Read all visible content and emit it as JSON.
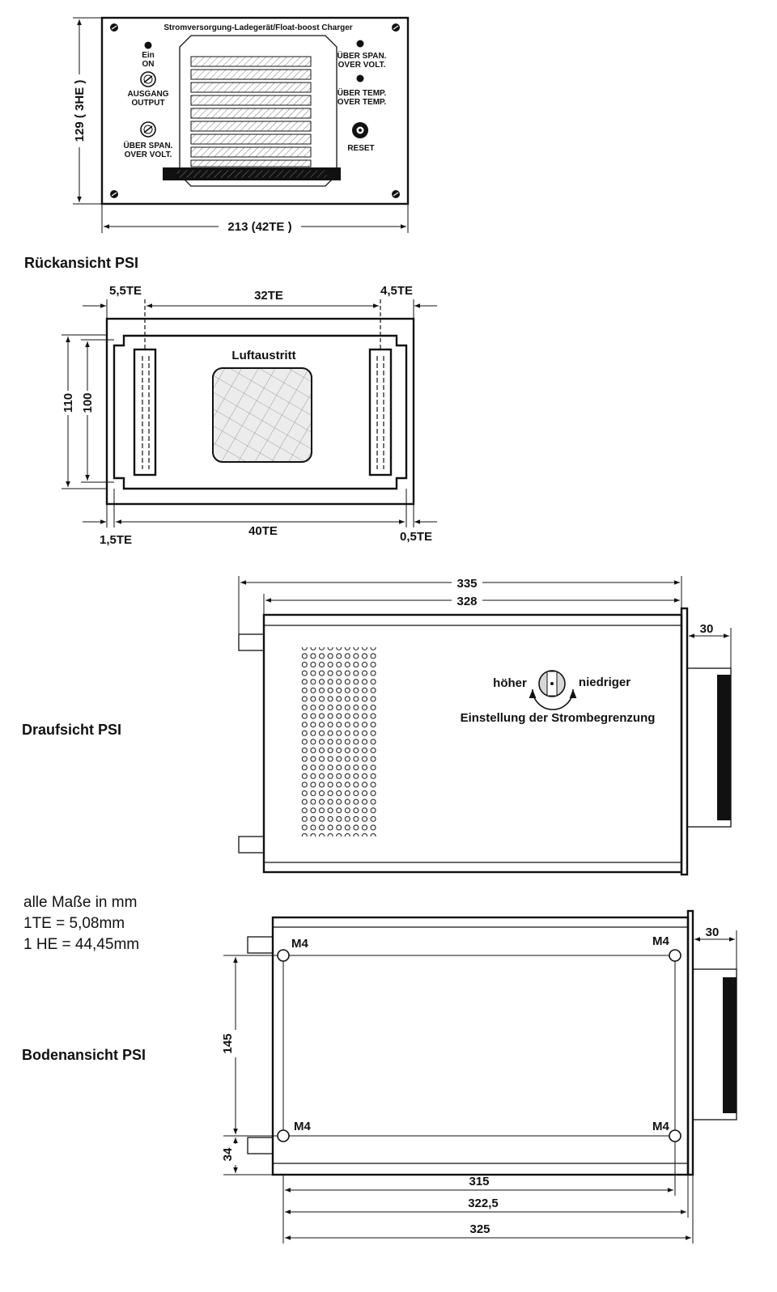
{
  "front": {
    "title": "Stromversorgung-Ladegerät/Float-boost Charger",
    "ein": "Ein",
    "on": "ON",
    "ausgang": "AUSGANG",
    "output": "OUTPUT",
    "ueber_span_left_1": "ÜBER SPAN.",
    "ueber_span_left_2": "OVER VOLT.",
    "ueber_span_right_1": "ÜBER SPAN.",
    "ueber_span_right_2": "OVER VOLT.",
    "ueber_temp_1": "ÜBER TEMP.",
    "ueber_temp_2": "OVER TEMP.",
    "reset": "RESET",
    "height_dim": "129 ( 3HE )",
    "width_dim": "213 (42TE )"
  },
  "rear": {
    "heading": "Rückansicht PSI",
    "luftaustritt": "Luftaustritt",
    "dim_5_5": "5,5TE",
    "dim_32": "32TE",
    "dim_4_5": "4,5TE",
    "dim_110": "110",
    "dim_100": "100",
    "dim_1_5": "1,5TE",
    "dim_40": "40TE",
    "dim_0_5": "0,5TE"
  },
  "top": {
    "heading": "Draufsicht PSI",
    "dim_335": "335",
    "dim_328": "328",
    "dim_30": "30",
    "hoeher": "höher",
    "niedriger": "niedriger",
    "einstellung": "Einstellung der Strombegrenzung"
  },
  "notes": {
    "line1": "alle Maße in mm",
    "line2": "1TE = 5,08mm",
    "line3": "1 HE = 44,45mm"
  },
  "bottom": {
    "heading": "Bodenansicht PSI",
    "m4_tl": "M4",
    "m4_tr": "M4",
    "m4_bl": "M4",
    "m4_br": "M4",
    "dim_30": "30",
    "dim_145": "145",
    "dim_34": "34",
    "dim_315": "315",
    "dim_322_5": "322,5",
    "dim_325": "325"
  }
}
